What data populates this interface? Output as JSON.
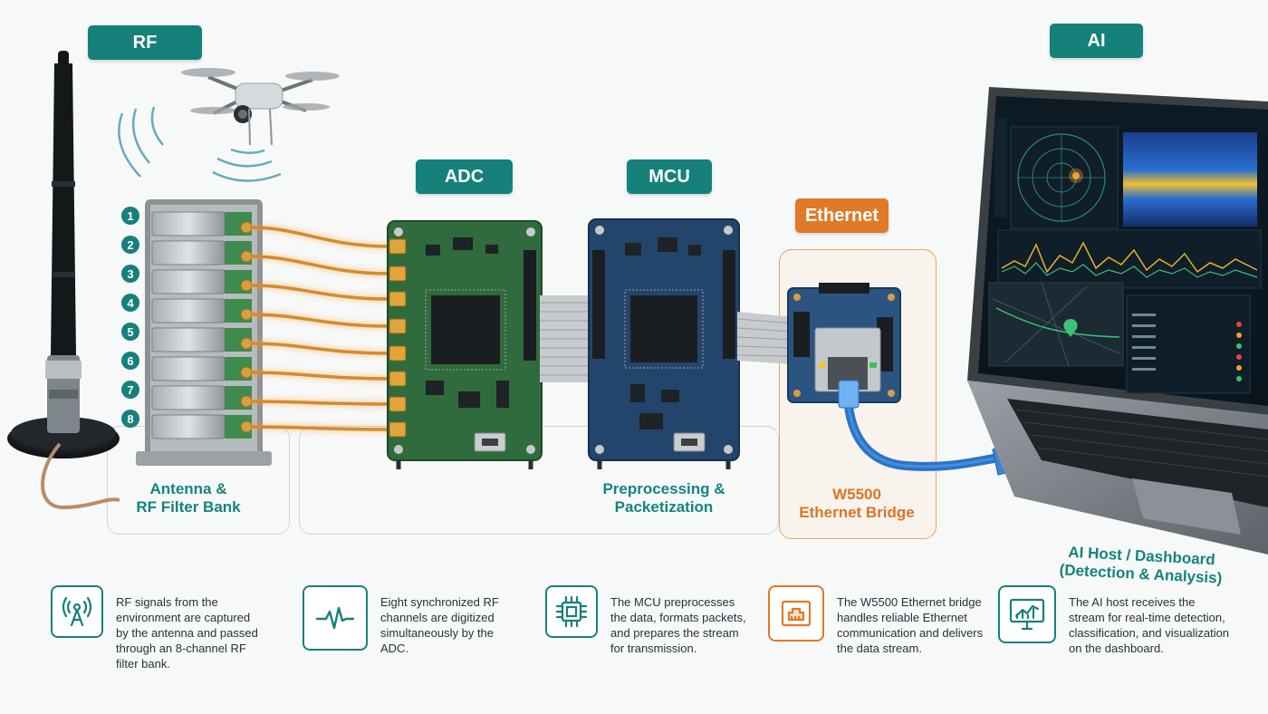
{
  "tags": {
    "rf": "RF",
    "adc": "ADC",
    "mcu": "MCU",
    "ethernet": "Ethernet",
    "ai": "AI"
  },
  "channels": [
    "1",
    "2",
    "3",
    "4",
    "5",
    "6",
    "7",
    "8"
  ],
  "captions": {
    "antenna": "Antenna &\nRF Filter Bank",
    "mcu": "Preprocessing &\nPacketization",
    "w5500": "W5500\nEthernet Bridge",
    "host": "AI Host / Dashboard\n(Detection & Analysis)"
  },
  "descriptions": [
    {
      "icon": "antenna-icon",
      "text": "RF signals from the\nenvironment are captured\nby the antenna and passed\nthrough an 8-channel RF\nfilter bank."
    },
    {
      "icon": "waveform-icon",
      "text": "Eight synchronized RF\nchannels are digitized\nsimultaneously by the\nADC."
    },
    {
      "icon": "chip-icon",
      "text": "The MCU preprocesses\nthe data, formats packets,\nand prepares the stream\nfor transmission."
    },
    {
      "icon": "ethernet-port-icon",
      "text": "The W5500 Ethernet bridge\nhandles reliable Ethernet\ncommunication and delivers\nthe data stream."
    },
    {
      "icon": "monitor-chart-icon",
      "text": "The AI host receives the\nstream for real-time detection,\nclassification, and visualization\non the dashboard."
    }
  ],
  "colors": {
    "teal": "#16807a",
    "orange": "#df7a28",
    "pcb_green": "#2f6b3c",
    "pcb_blue": "#24456b",
    "copper": "#d08a2a",
    "cable_blue": "#2a74c8"
  }
}
